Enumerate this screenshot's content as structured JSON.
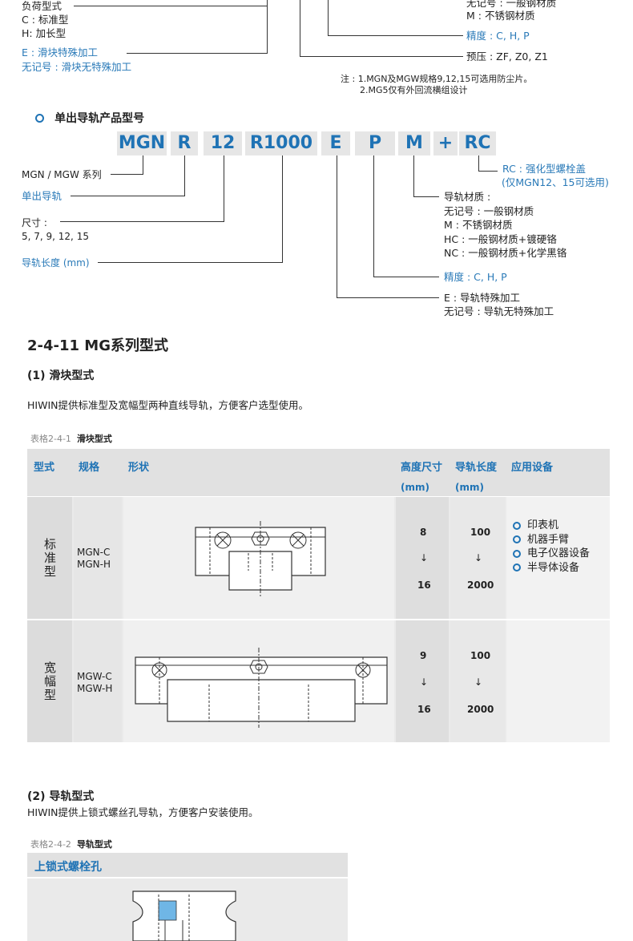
{
  "top_section": {
    "left_labels": {
      "load_type": "负荷型式",
      "c_standard": "C : 标准型",
      "h_long": "H: 加长型",
      "e_block": "E : 滑块特殊加工",
      "no_mark_block": "无记号 : 滑块无特殊加工"
    },
    "right_labels": {
      "no_mark_steel": "无记号 : 一般钢材质",
      "m_stainless": "M : 不锈钢材质",
      "precision": "精度 : C, H, P",
      "preload": "预压 : ZF, Z0, Z1"
    },
    "notes": {
      "note1": "注 : 1.MGN及MGW规格9,12,15可选用防尘片。",
      "note2": "2.MG5仅有外回流横组设计"
    }
  },
  "rail_model": {
    "heading": "单出导轨产品型号",
    "codes": {
      "c1": "MGN",
      "c2": "R",
      "c3": "12",
      "c4": "R1000",
      "c5": "E",
      "c6": "P",
      "c7": "M",
      "plus": "+",
      "c8": "RC"
    },
    "labels": {
      "series": "MGN / MGW 系列",
      "single_rail": "单出导轨",
      "size_label": "尺寸 :",
      "sizes": "5, 7, 9, 12, 15",
      "rail_length": "导轨长度 (mm)",
      "rc1": "RC : 强化型螺栓盖",
      "rc2": "(仅MGN12、15可选用)",
      "mat_title": "导轨材质 :",
      "mat1": "无记号 : 一般钢材质",
      "mat2": "M : 不锈钢材质",
      "mat3": "HC : 一般钢材质+镀硬铬",
      "mat4": "NC : 一般钢材质+化学黑铬",
      "precision": "精度 : C, H, P",
      "e_rail": "E : 导轨特殊加工",
      "no_mark_rail": "无记号 : 导轨无特殊加工"
    }
  },
  "section_2411": {
    "title": "2-4-11 MG系列型式",
    "sub1": "(1) 滑块型式",
    "desc1": "HIWIN提供标准型及宽幅型两种直线导轨，方便客户选型使用。",
    "table1_caption_num": "表格2-4-1",
    "table1_caption_name": "滑块型式",
    "table1_headers": {
      "type": "型式",
      "spec": "规格",
      "shape": "形状",
      "height": "高度尺寸",
      "height_unit": "(mm)",
      "length": "导轨长度",
      "length_unit": "(mm)",
      "app": "应用设备"
    },
    "table1_rows": [
      {
        "type": "标准型",
        "spec1": "MGN-C",
        "spec2": "MGN-H",
        "h_min": "8",
        "h_arrow": "↓",
        "h_max": "16",
        "l_min": "100",
        "l_arrow": "↓",
        "l_max": "2000"
      },
      {
        "type": "宽幅型",
        "spec1": "MGW-C",
        "spec2": "MGW-H",
        "h_min": "9",
        "h_arrow": "↓",
        "h_max": "16",
        "l_min": "100",
        "l_arrow": "↓",
        "l_max": "2000"
      }
    ],
    "applications": [
      "印表机",
      "机器手臂",
      "电子仪器设备",
      "半导体设备"
    ],
    "sub2": "(2) 导轨型式",
    "desc2": "HIWIN提供上锁式螺丝孔导轨，方便客户安装使用。",
    "table2_caption_num": "表格2-4-2",
    "table2_caption_name": "导轨型式",
    "table2_header": "上锁式螺栓孔"
  },
  "colors": {
    "accent": "#1f73b5",
    "row_bg": "#e8e8e8",
    "header_bg": "#e1e1e1"
  }
}
